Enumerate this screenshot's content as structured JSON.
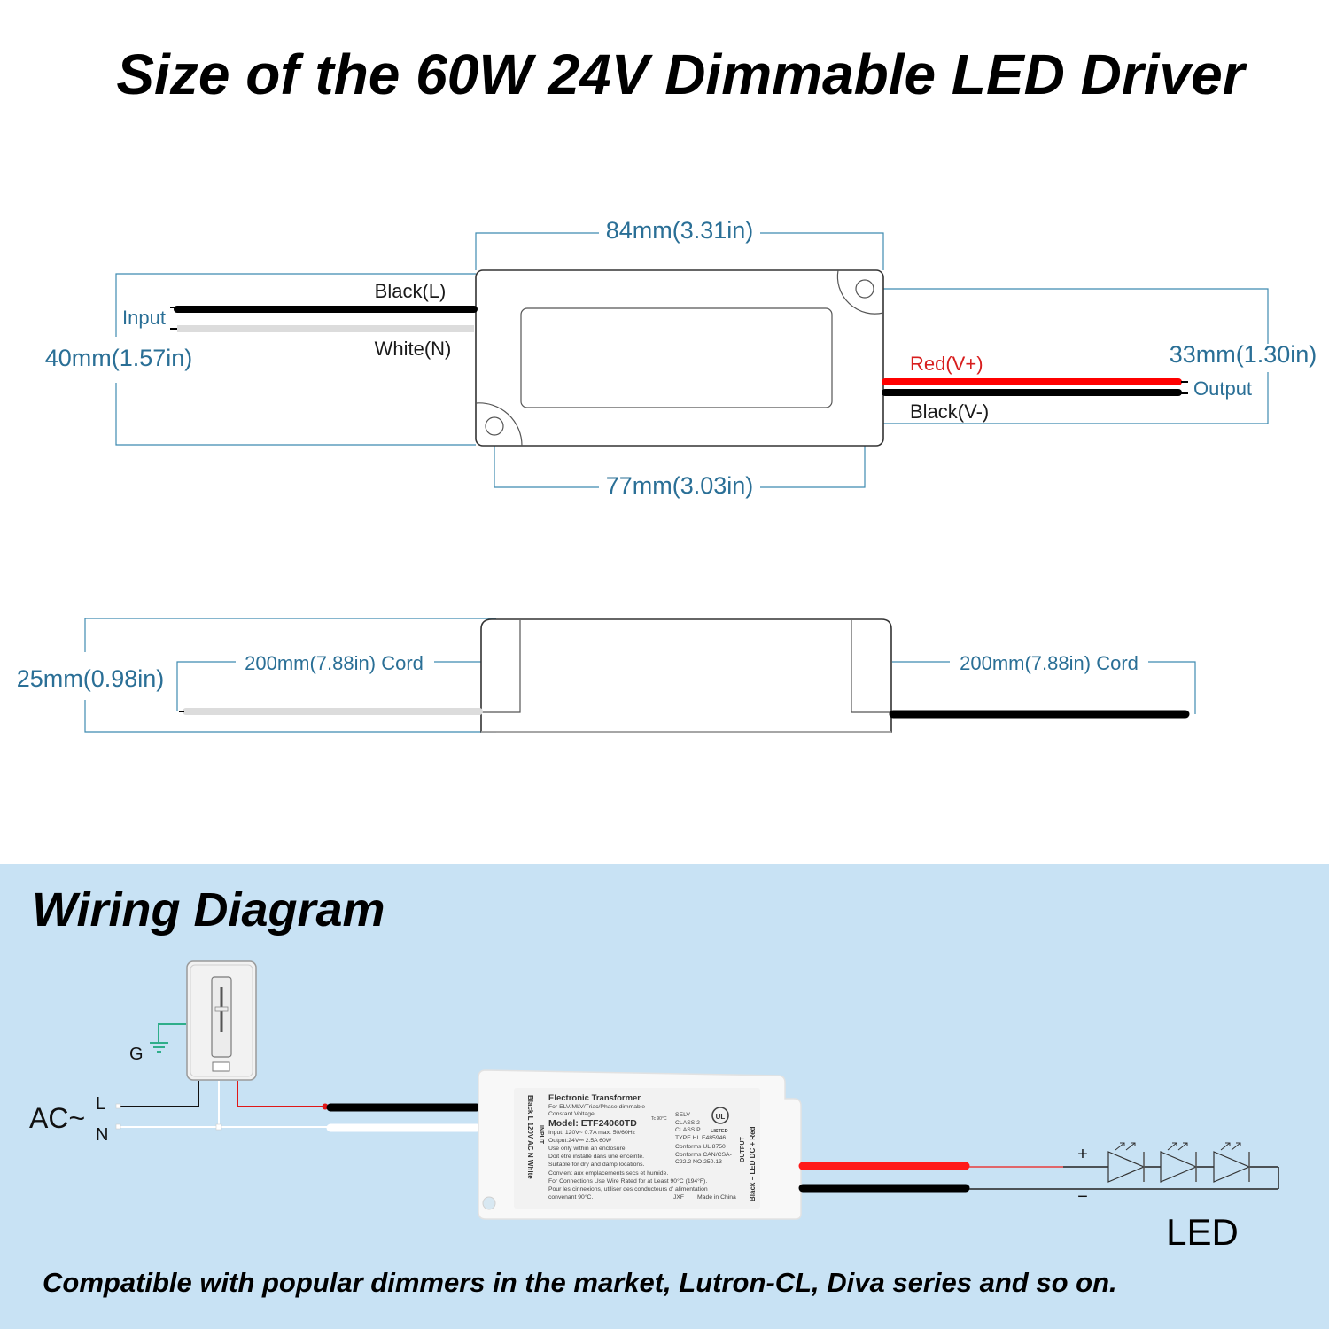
{
  "title": "Size of the 60W 24V Dimmable LED Driver",
  "top_view": {
    "width_overall": "84mm(3.31in)",
    "hole_spacing": "77mm(3.03in)",
    "height_overall": "40mm(1.57in)",
    "output_span": "33mm(1.30in)",
    "input_label": "Input",
    "output_label": "Output",
    "wires": {
      "input_line": "Black(L)",
      "input_neutral": "White(N)",
      "output_positive": "Red(V+)",
      "output_negative": "Black(V-)"
    }
  },
  "side_view": {
    "thickness": "25mm(0.98in)",
    "input_cord": "200mm(7.88in) Cord",
    "output_cord": "200mm(7.88in) Cord"
  },
  "wiring": {
    "title": "Wiring Diagram",
    "ac_label": "AC~",
    "line_label": "L",
    "neutral_label": "N",
    "ground_label": "G",
    "plus_label": "+",
    "minus_label": "−",
    "led_label": "LED",
    "driver_label": {
      "heading": "Electronic Transformer",
      "line1": "For ELV/MLV/Triac/Phase dimmable",
      "line2": "Constant Voltage",
      "model": "Model: ETF24060TD",
      "tc": "Tc 90°C",
      "input": "Input: 120V~ 0.7A max. 50/60Hz",
      "output": "Output:24V⎓ 2.5A 60W",
      "note1": "Use only within an enclosure.",
      "note2": "Doit être installé dans une enceinte.",
      "note3": "Suitable for dry and damp locations.",
      "note4": "Convient aux emplacements secs et humide.",
      "note5": "For Connections Use Wire Rated for at Least 90°C (194°F).",
      "note6": "Pour les cinnexions, utiliser des conducteurs d' alimentation",
      "note7": "convenant 90°C.",
      "cert1": "SELV",
      "cert2": "CLASS 2",
      "cert3": "CLASS P",
      "cert4": "TYPE HL  E485946",
      "cert5": "Conforms UL 8750",
      "cert6": "Conforms CAN/CSA-",
      "cert7": "C22.2 NO.250.13",
      "listed": "LISTED",
      "ul": "UL",
      "maker": "JXF",
      "origin": "Made in China",
      "input_side": "Black  L  120V AC  N  White",
      "input_tag": "INPUT",
      "output_side": "Black  −  LED DC  +  Red",
      "output_tag": "OUTPUT"
    },
    "footnote": "Compatible with popular dimmers in the market, Lutron-CL, Diva series and so on."
  },
  "colors": {
    "dimension_blue": "#2a6f96",
    "wire_red": "#ff0000",
    "wire_black": "#000000",
    "wire_white": "#e0e0e0",
    "panel_blue": "#c8e2f4",
    "ground_green": "#2fae8a"
  }
}
